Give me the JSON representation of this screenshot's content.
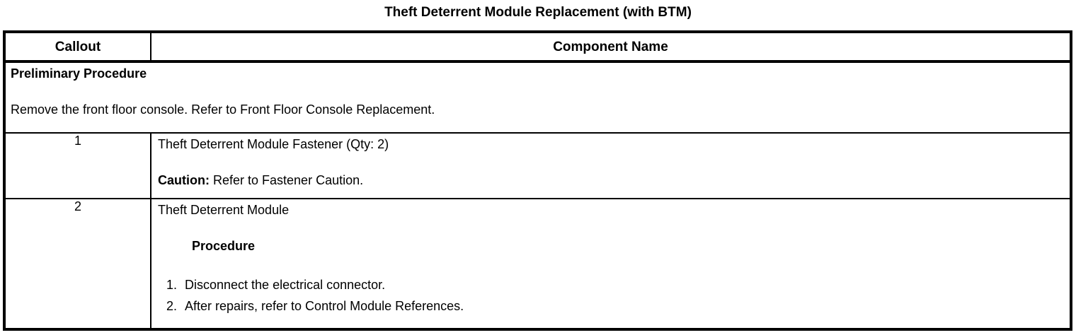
{
  "page": {
    "title": "Theft Deterrent Module Replacement (with BTM)"
  },
  "table": {
    "headers": {
      "callout": "Callout",
      "component": "Component Name"
    },
    "preliminary": {
      "heading": "Preliminary Procedure",
      "text": "Remove the front floor console. Refer to Front Floor Console Replacement."
    },
    "rows": [
      {
        "callout": "1",
        "component_name": "Theft Deterrent Module Fastener (Qty: 2)",
        "caution_label": "Caution:",
        "caution_text": "Refer to Fastener Caution."
      },
      {
        "callout": "2",
        "component_name": "Theft Deterrent Module",
        "procedure_label": "Procedure",
        "steps": [
          {
            "num": "1.",
            "text": "Disconnect the electrical connector."
          },
          {
            "num": "2.",
            "text": "After repairs, refer to Control Module References."
          }
        ]
      }
    ]
  }
}
